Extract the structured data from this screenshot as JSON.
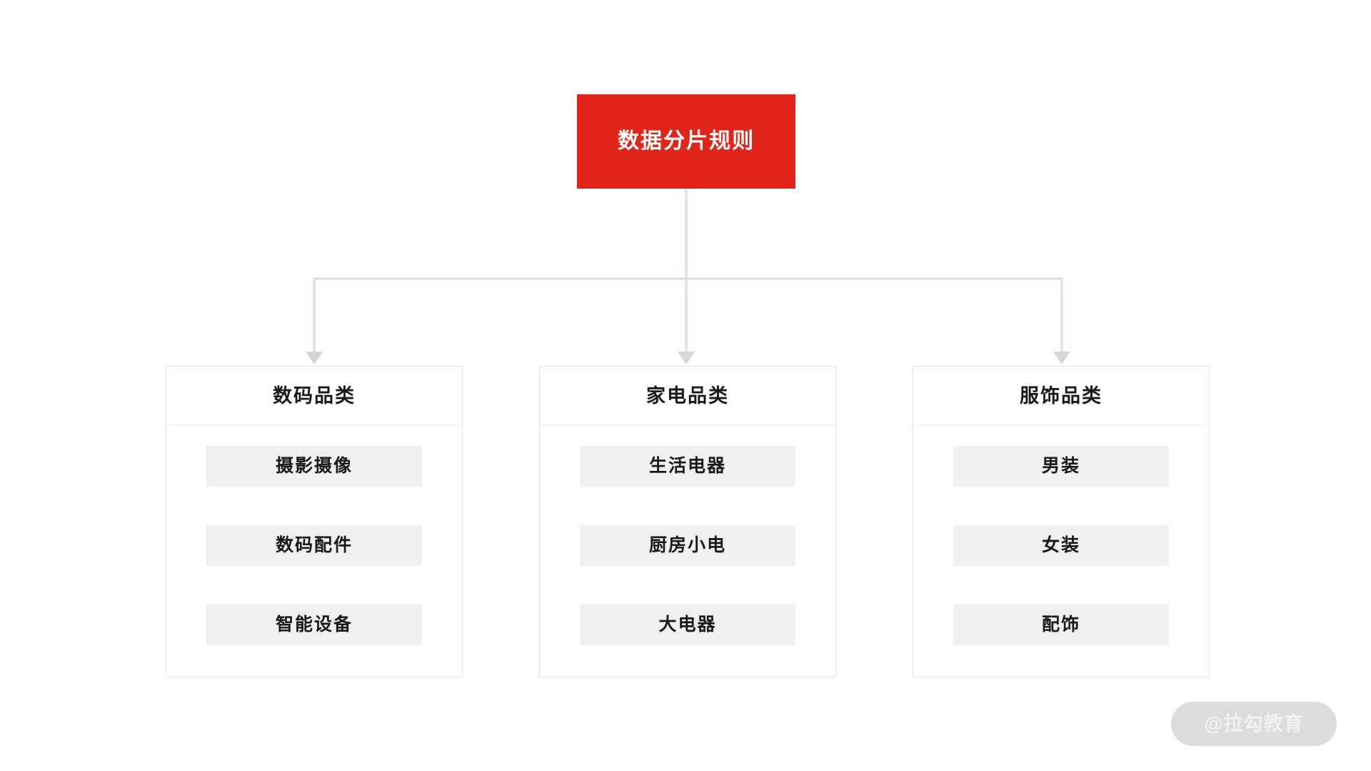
{
  "diagram": {
    "type": "org-chart",
    "background_color": "#FFFFFF",
    "root": {
      "label": "数据分片规则",
      "fill_color": "#E1251B",
      "text_color": "#FFFFFF"
    },
    "connector": {
      "line_color": "#DDDDDD",
      "arrow_color": "#D6D6D6",
      "style": "orthogonal-elbow"
    },
    "categories": [
      {
        "title": "数码品类",
        "items": [
          {
            "label": "摄影摄像"
          },
          {
            "label": "数码配件"
          },
          {
            "label": "智能设备"
          }
        ]
      },
      {
        "title": "家电品类",
        "items": [
          {
            "label": "生活电器"
          },
          {
            "label": "厨房小电"
          },
          {
            "label": "大电器"
          }
        ]
      },
      {
        "title": "服饰品类",
        "items": [
          {
            "label": "男装"
          },
          {
            "label": "女装"
          },
          {
            "label": "配饰"
          }
        ]
      }
    ],
    "card_style": {
      "border_color": "#E6E6E6",
      "item_fill_color": "#F0F0F0"
    }
  },
  "watermark": {
    "text": "@拉勾教育",
    "background_color": "#DCDCDC",
    "text_color": "#F2F2F2"
  }
}
